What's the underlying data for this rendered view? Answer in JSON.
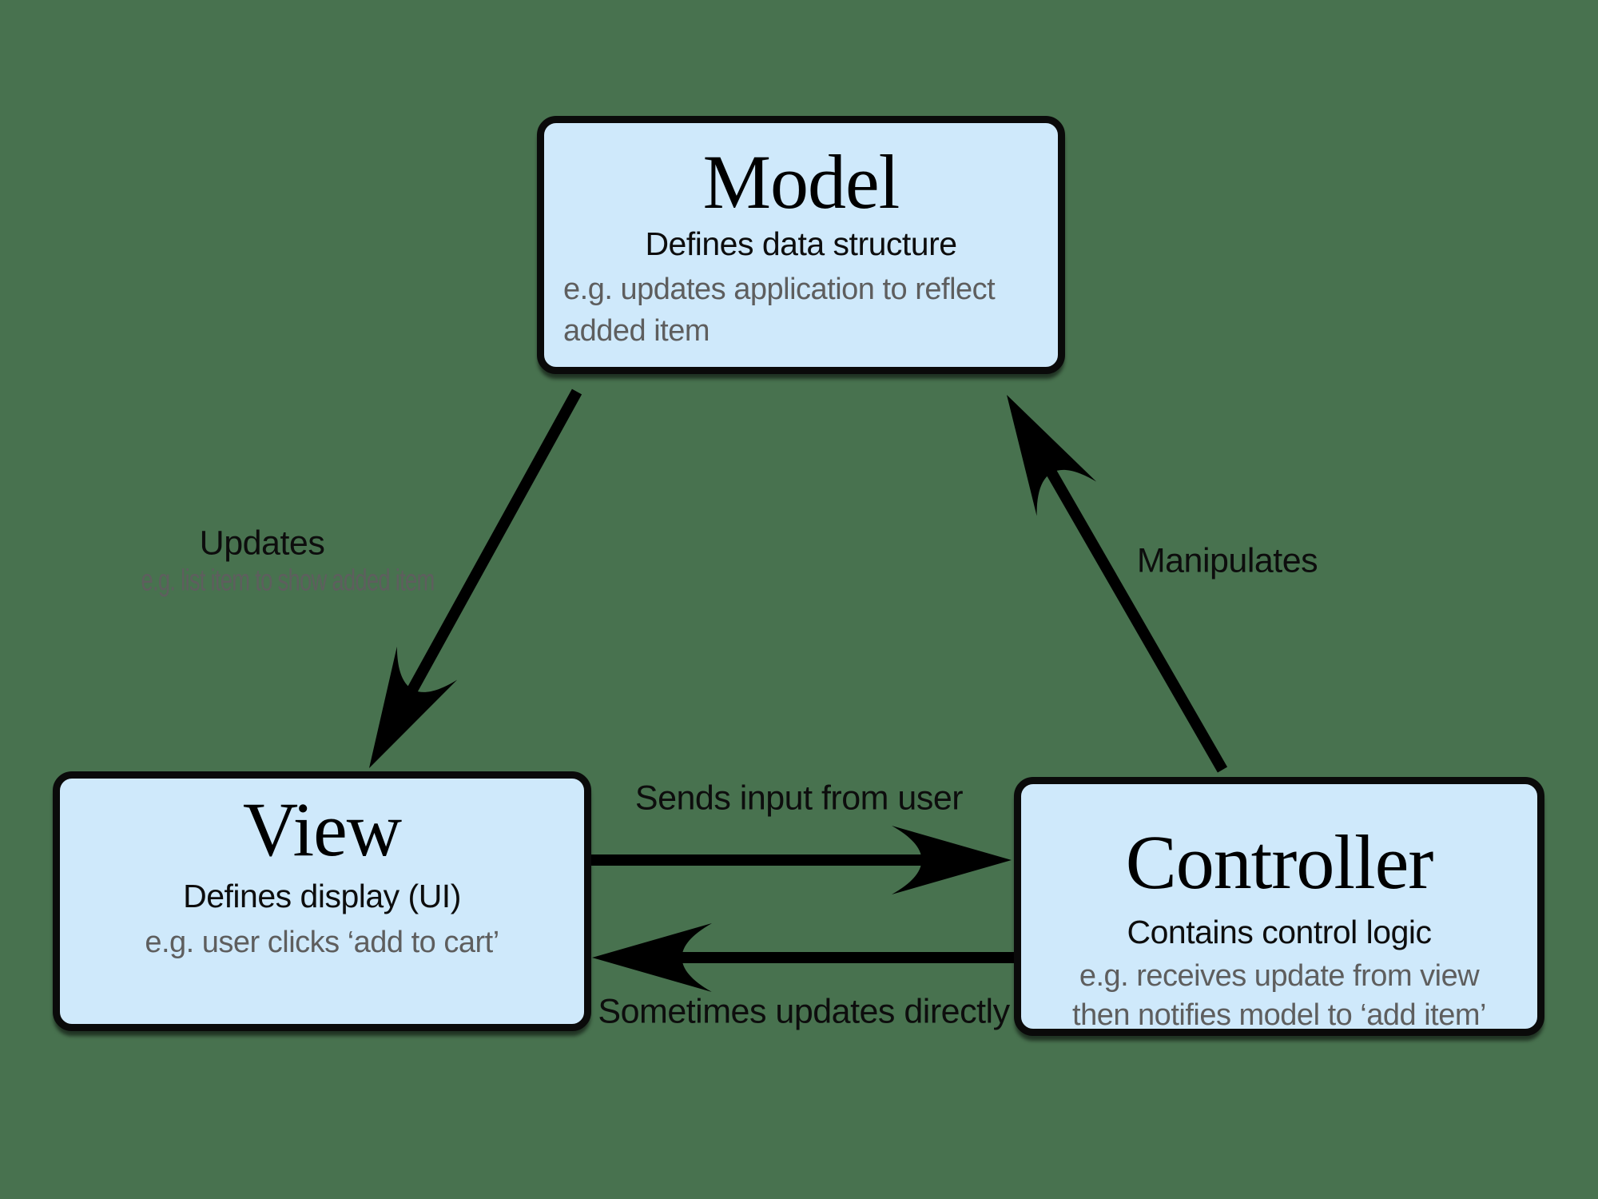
{
  "colors": {
    "background": "#48724f",
    "box_fill": "#cfe9fb",
    "box_border": "#0a0a0a",
    "text_black": "#0d0d0d",
    "text_gray": "#5e5e5e",
    "arrow": "#000000"
  },
  "boxes": {
    "model": {
      "title": "Model",
      "subtitle": "Defines data structure",
      "example": [
        "e.g. updates application to reflect",
        "added item"
      ]
    },
    "view": {
      "title": "View",
      "subtitle": "Defines display (UI)",
      "example": [
        "e.g. user clicks ‘add to cart’"
      ]
    },
    "controller": {
      "title": "Controller",
      "subtitle": "Contains control logic",
      "example": [
        "e.g. receives update from view",
        "then notifies model to ‘add item’"
      ]
    }
  },
  "arrow_labels": {
    "model_to_view": {
      "label": "Updates",
      "sublabel": "e.g. list item to show added item"
    },
    "controller_to_model": {
      "label": "Manipulates"
    },
    "view_to_controller": {
      "label": "Sends input from user"
    },
    "controller_to_view": {
      "label": "Sometimes updates directly"
    }
  }
}
